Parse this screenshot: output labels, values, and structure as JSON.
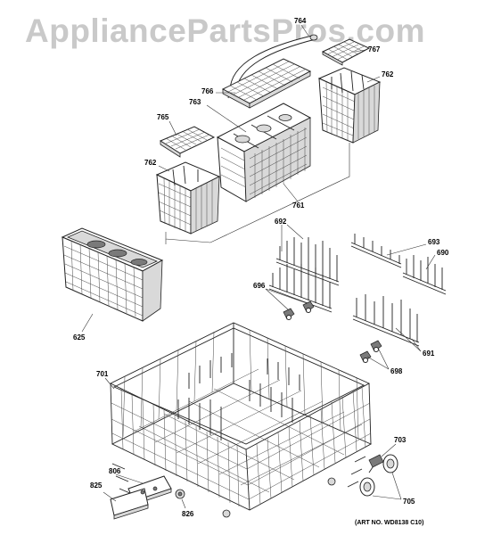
{
  "watermark": "AppliancePartsPros.com",
  "art_number": "(ART NO. WD8138 C10)",
  "callouts": {
    "p764": "764",
    "p767": "767",
    "p762a": "762",
    "p766": "766",
    "p763": "763",
    "p765": "765",
    "p762b": "762",
    "p761": "761",
    "p692": "692",
    "p693": "693",
    "p690": "690",
    "p696": "696",
    "p625": "625",
    "p691": "691",
    "p698": "698",
    "p701": "701",
    "p703": "703",
    "p806": "806",
    "p825": "825",
    "p826": "826",
    "p705": "705"
  }
}
